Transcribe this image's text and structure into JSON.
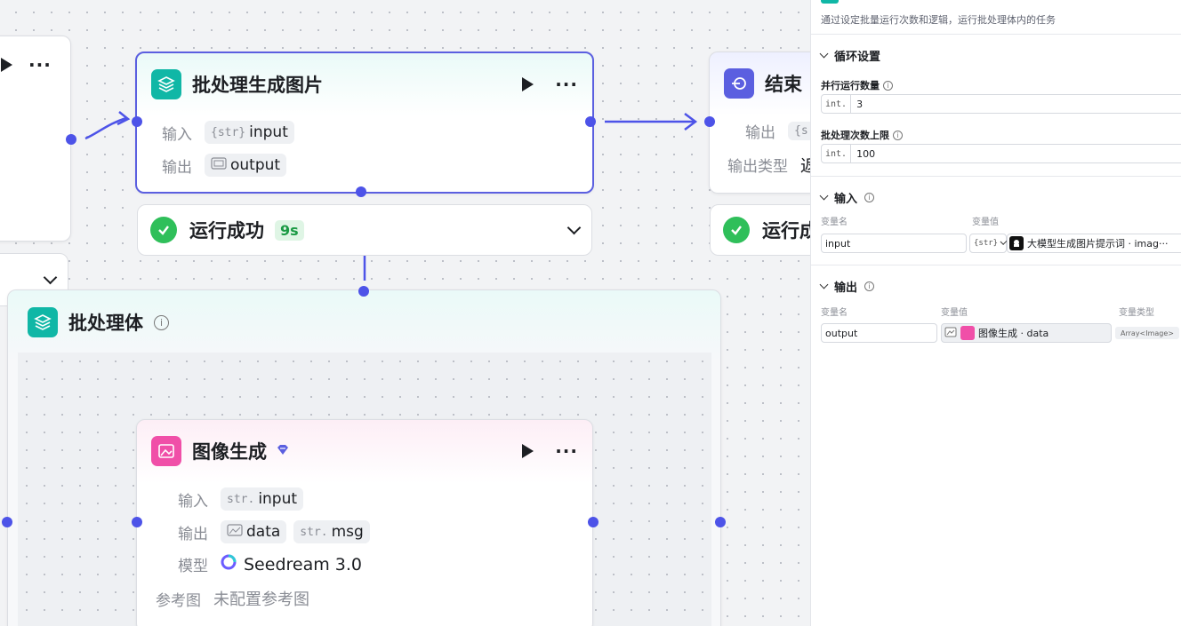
{
  "colors": {
    "accent": "#4d53e8",
    "success": "#2fbf5a",
    "teal": "#10b7a6",
    "pink": "#f04fa8",
    "end_blue": "#5b5fe0"
  },
  "left_node": {
    "actions": {
      "run": "play-icon",
      "more": "···"
    }
  },
  "batch_node": {
    "title": "批处理生成图片",
    "input_label": "输入",
    "input_type": "{str}",
    "input_name": "input",
    "output_label": "输出",
    "output_name": "output",
    "more": "···"
  },
  "batch_status": {
    "text": "运行成功",
    "time": "9s"
  },
  "end_node": {
    "title": "结束",
    "output_label": "输出",
    "output_chip": "{s",
    "output_type_label": "输出类型",
    "output_type_value": "返"
  },
  "end_status": {
    "text": "运行成"
  },
  "batch_body": {
    "title": "批处理体"
  },
  "image_node": {
    "title": "图像生成",
    "input_label": "输入",
    "input_type": "str.",
    "input_name": "input",
    "output_label": "输出",
    "output_data": "data",
    "output_msg_type": "str.",
    "output_msg": "msg",
    "model_label": "模型",
    "model_name": "Seedream 3.0",
    "ref_label": "参考图",
    "ref_value": "未配置参考图",
    "more": "···"
  },
  "panel": {
    "description": "通过设定批量运行次数和逻辑，运行批处理体内的任务",
    "loop_section": "循环设置",
    "parallel_label": "并行运行数量",
    "parallel_prefix": "int.",
    "parallel_value": "3",
    "max_label": "批处理次数上限",
    "max_prefix": "int.",
    "max_value": "100",
    "input_section": "输入",
    "var_name_label": "变量名",
    "var_value_label": "变量值",
    "input_var_name": "input",
    "input_var_type": "{str}",
    "input_var_ref": "大模型生成图片提示词 · imag···",
    "output_section": "输出",
    "var_type_label": "变量类型",
    "output_var_name": "output",
    "output_var_ref": "图像生成 · data",
    "output_var_type": "Array<Image>"
  }
}
